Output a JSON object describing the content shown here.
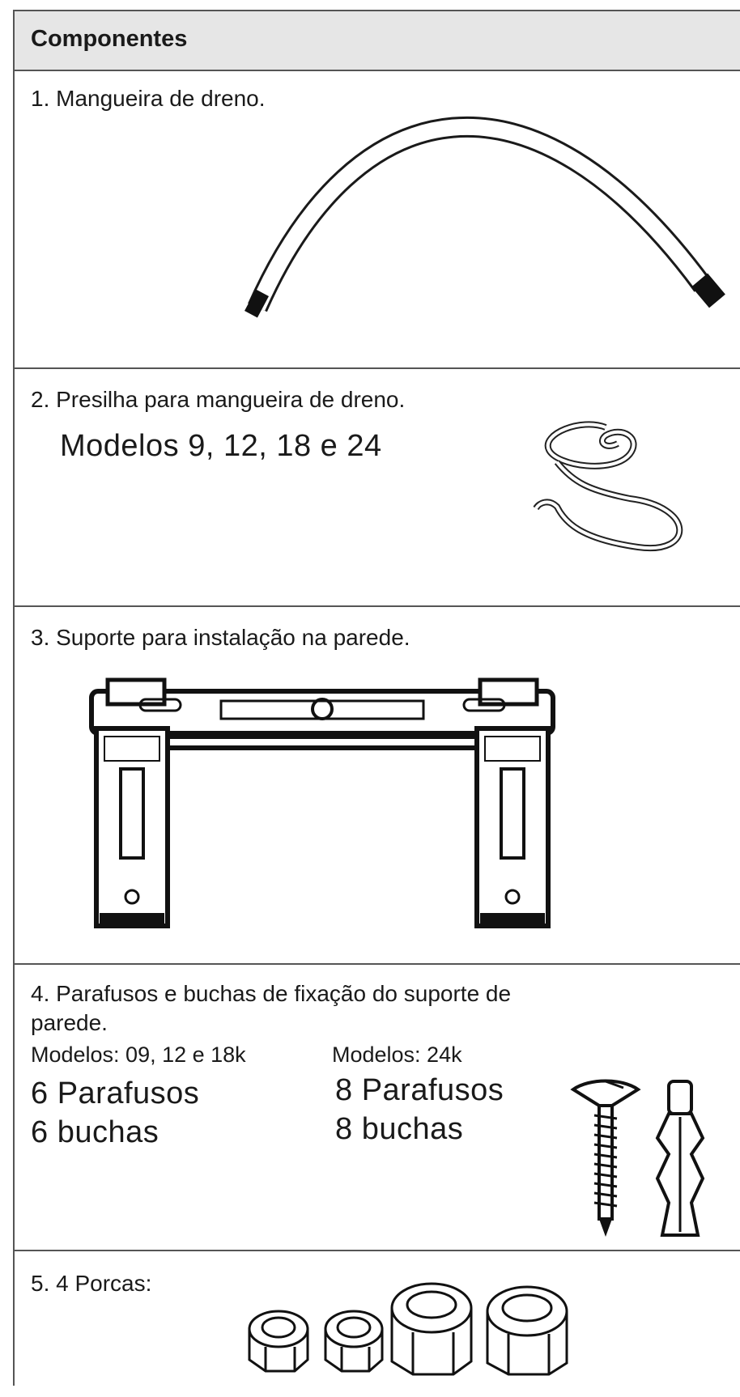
{
  "header": {
    "title": "Componentes"
  },
  "items": [
    {
      "label": "1. Mangueira de dreno."
    },
    {
      "label": "2. Presilha para mangueira de dreno.",
      "models": "Modelos 9, 12, 18 e 24"
    },
    {
      "label": "3. Suporte para instalação na parede."
    },
    {
      "label_line1": "4. Parafusos e buchas de fixação do suporte de",
      "label_line2": "parede.",
      "col_a": {
        "title": "Modelos: 09, 12 e 18k",
        "screws": "6 Parafusos",
        "anchors": "6 buchas"
      },
      "col_b": {
        "title": "Modelos: 24k",
        "screws": "8 Parafusos",
        "anchors": "8 buchas"
      }
    },
    {
      "label": "5.  4 Porcas:"
    }
  ]
}
